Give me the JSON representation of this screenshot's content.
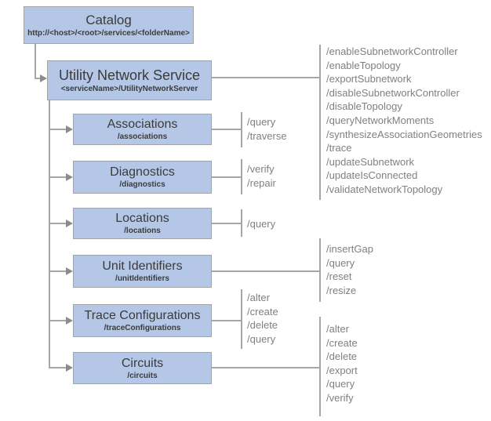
{
  "nodes": {
    "catalog": {
      "title": "Catalog",
      "subtitle": "http://<host>/<root>/services/<folderName>"
    },
    "uns": {
      "title": "Utility Network Service",
      "subtitle": "<serviceName>/UtilityNetworkServer"
    },
    "associations": {
      "title": "Associations",
      "subtitle": "/associations"
    },
    "diagnostics": {
      "title": "Diagnostics",
      "subtitle": "/diagnostics"
    },
    "locations": {
      "title": "Locations",
      "subtitle": "/locations"
    },
    "unit_identifiers": {
      "title": "Unit Identifiers",
      "subtitle": "/unitIdentifiers"
    },
    "trace_configurations": {
      "title": "Trace Configurations",
      "subtitle": "/traceConfigurations"
    },
    "circuits": {
      "title": "Circuits",
      "subtitle": "/circuits"
    }
  },
  "operations": {
    "uns": [
      "/enableSubnetworkController",
      "/enableTopology",
      "/exportSubnetwork",
      "/disableSubnetworkController",
      "/disableTopology",
      "/queryNetworkMoments",
      "/synthesizeAssociationGeometries",
      "/trace",
      "/updateSubnetwork",
      "/updateIsConnected",
      "/validateNetworkTopology"
    ],
    "associations": [
      "/query",
      "/traverse"
    ],
    "diagnostics": [
      "/verify",
      "/repair"
    ],
    "locations": [
      "/query"
    ],
    "unit_identifiers": [
      "/insertGap",
      "/query",
      "/reset",
      "/resize"
    ],
    "trace_configurations": [
      "/alter",
      "/create",
      "/delete",
      "/query"
    ],
    "circuits": [
      "/alter",
      "/create",
      "/delete",
      "/export",
      "/query",
      "/verify"
    ]
  },
  "colors": {
    "box_fill": "#b4c7e7",
    "box_border": "#a3a3a3",
    "connector": "#a6a6a6",
    "arrowhead": "#8c8c8c",
    "title_text": "#3b3b3b",
    "operation_text": "#808080"
  }
}
